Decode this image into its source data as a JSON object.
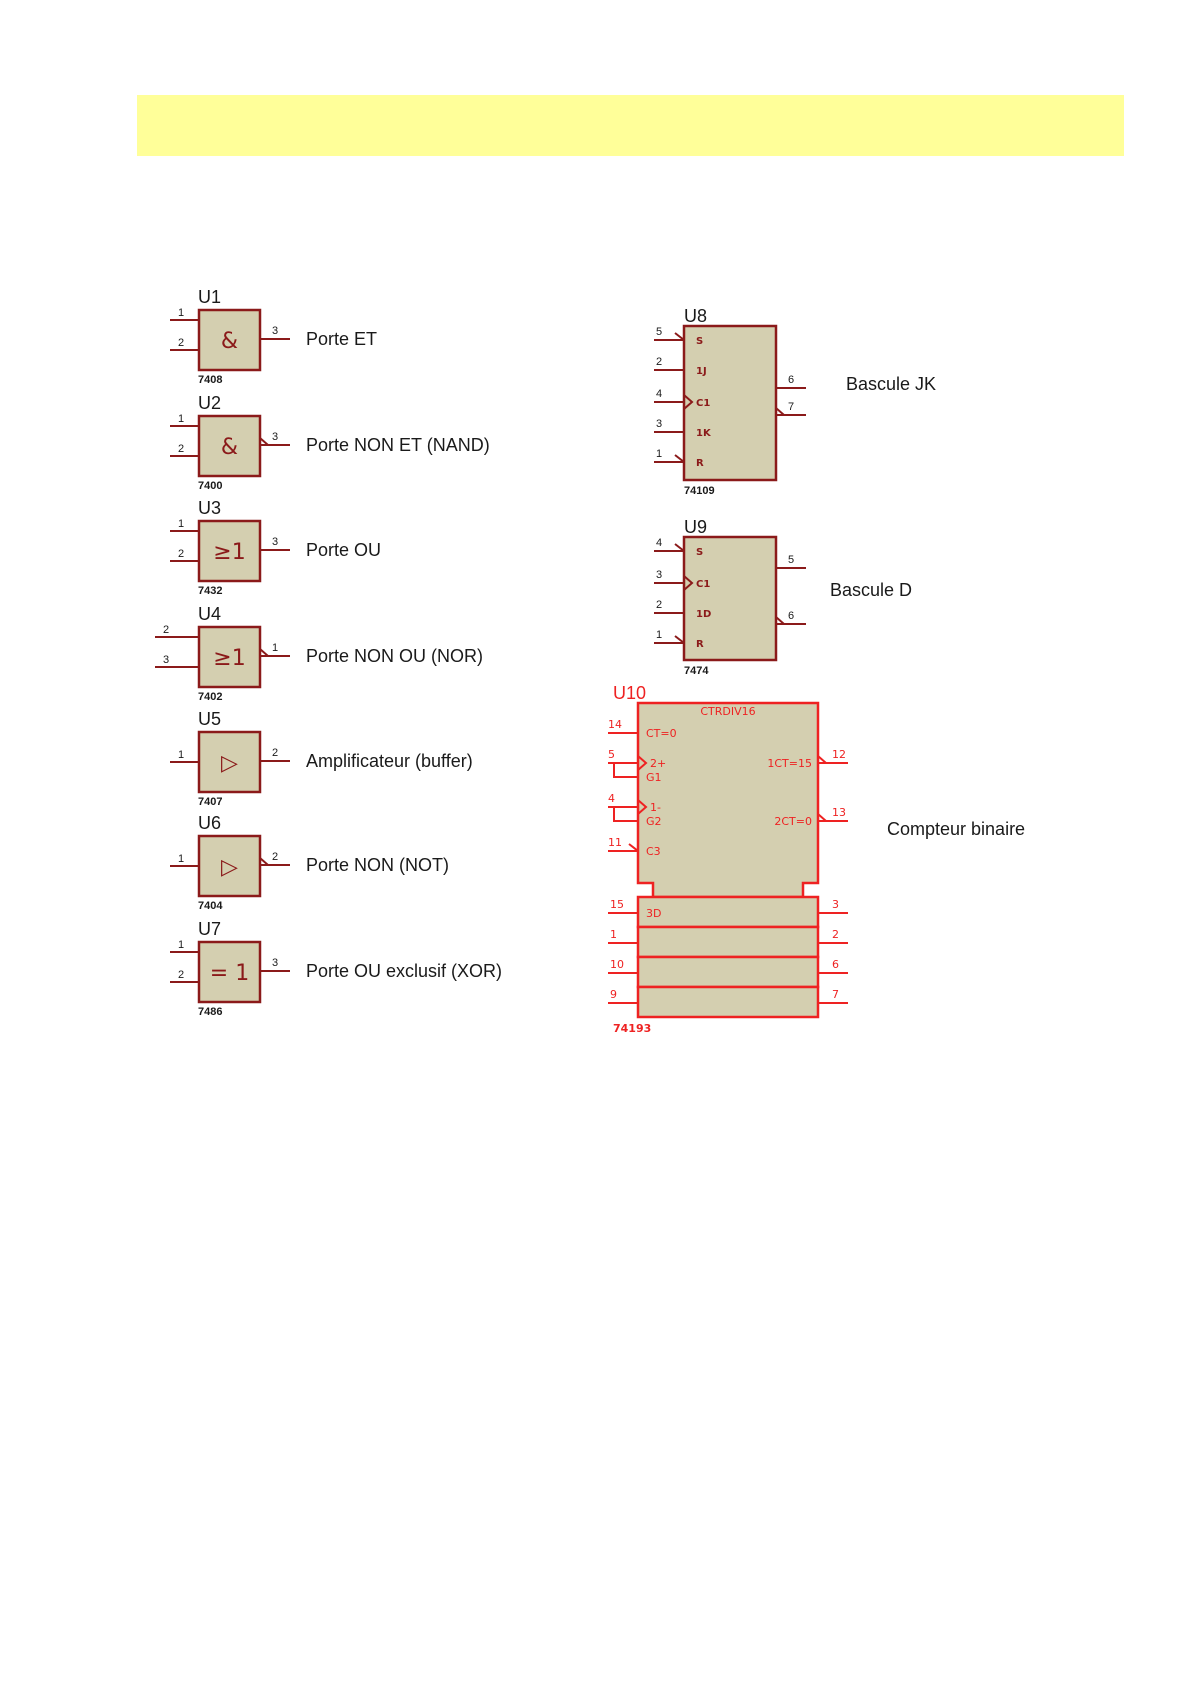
{
  "gates": [
    {
      "ref": "U1",
      "symbol": "&",
      "part": "7408",
      "description": "Porte ET",
      "inputs": [
        "1",
        "2"
      ],
      "output": "3",
      "inverted": false
    },
    {
      "ref": "U2",
      "symbol": "&",
      "part": "7400",
      "description": "Porte NON ET (NAND)",
      "inputs": [
        "1",
        "2"
      ],
      "output": "3",
      "inverted": true
    },
    {
      "ref": "U3",
      "symbol": "≥1",
      "part": "7432",
      "description": "Porte OU",
      "inputs": [
        "1",
        "2"
      ],
      "output": "3",
      "inverted": false
    },
    {
      "ref": "U4",
      "symbol": "≥1",
      "part": "7402",
      "description": "Porte NON OU (NOR)",
      "inputs": [
        "2",
        "3"
      ],
      "output": "1",
      "inverted": true
    },
    {
      "ref": "U5",
      "symbol": "▷",
      "part": "7407",
      "description": "Amplificateur (buffer)",
      "inputs": [
        "1"
      ],
      "output": "2",
      "inverted": false
    },
    {
      "ref": "U6",
      "symbol": "▷",
      "part": "7404",
      "description": "Porte NON (NOT)",
      "inputs": [
        "1"
      ],
      "output": "2",
      "inverted": true
    },
    {
      "ref": "U7",
      "symbol": "= 1",
      "part": "7486",
      "description": "Porte OU exclusif (XOR)",
      "inputs": [
        "1",
        "2"
      ],
      "output": "3",
      "inverted": false
    }
  ],
  "flipflops": [
    {
      "ref": "U8",
      "part": "74109",
      "description": "Bascule JK",
      "inputs": [
        {
          "pin": "5",
          "label": "S"
        },
        {
          "pin": "2",
          "label": "1J"
        },
        {
          "pin": "4",
          "label": "C1"
        },
        {
          "pin": "3",
          "label": "1K"
        },
        {
          "pin": "1",
          "label": "R"
        }
      ],
      "outputs": [
        "6",
        "7"
      ]
    },
    {
      "ref": "U9",
      "part": "7474",
      "description": "Bascule D",
      "inputs": [
        {
          "pin": "4",
          "label": "S"
        },
        {
          "pin": "3",
          "label": "C1"
        },
        {
          "pin": "2",
          "label": "1D"
        },
        {
          "pin": "1",
          "label": "R"
        }
      ],
      "outputs": [
        "5",
        "6"
      ]
    }
  ],
  "counter": {
    "ref": "U10",
    "part": "74193",
    "title": "CTRDIV16",
    "description": "Compteur binaire",
    "control_inputs": [
      {
        "pin": "14",
        "label": "CT=0"
      },
      {
        "pin": "5",
        "label": "2+",
        "sublabel": "G1"
      },
      {
        "pin": "4",
        "label": "1-",
        "sublabel": "G2"
      },
      {
        "pin": "11",
        "label": "C3"
      }
    ],
    "control_outputs": [
      {
        "pin": "12",
        "label": "1CT=15"
      },
      {
        "pin": "13",
        "label": "2CT=0"
      }
    ],
    "data_rows": [
      {
        "in_pin": "15",
        "out_pin": "3",
        "label": "3D"
      },
      {
        "in_pin": "1",
        "out_pin": "2",
        "label": ""
      },
      {
        "in_pin": "10",
        "out_pin": "6",
        "label": ""
      },
      {
        "in_pin": "9",
        "out_pin": "7",
        "label": ""
      }
    ]
  }
}
